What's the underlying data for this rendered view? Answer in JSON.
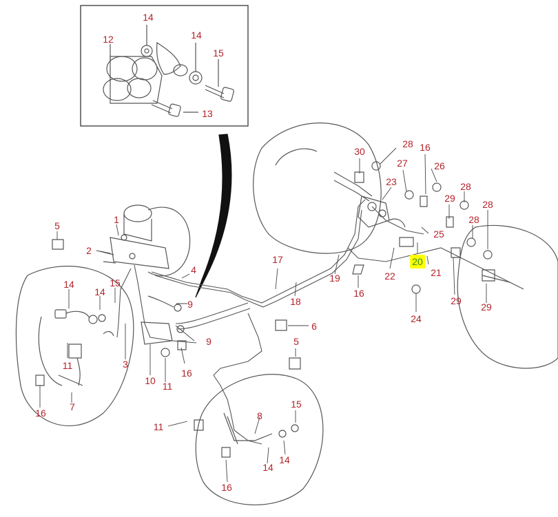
{
  "diagram": {
    "style": "exploded parts diagram",
    "highlight_color": "#ffff00",
    "callout_color": "#b2232a",
    "callouts": [
      {
        "key": "c14a",
        "text": "14"
      },
      {
        "key": "c12",
        "text": "12"
      },
      {
        "key": "c14b",
        "text": "14"
      },
      {
        "key": "c15a",
        "text": "15"
      },
      {
        "key": "c13",
        "text": "13"
      },
      {
        "key": "c5a",
        "text": "5"
      },
      {
        "key": "c1",
        "text": "1"
      },
      {
        "key": "c2",
        "text": "2"
      },
      {
        "key": "c4",
        "text": "4"
      },
      {
        "key": "c9a",
        "text": "9"
      },
      {
        "key": "c9b",
        "text": "9"
      },
      {
        "key": "c14c",
        "text": "14"
      },
      {
        "key": "c14d",
        "text": "14"
      },
      {
        "key": "c15b",
        "text": "15"
      },
      {
        "key": "c3",
        "text": "3"
      },
      {
        "key": "c11a",
        "text": "11"
      },
      {
        "key": "c7",
        "text": "7"
      },
      {
        "key": "c16a",
        "text": "16"
      },
      {
        "key": "c10",
        "text": "10"
      },
      {
        "key": "c11b",
        "text": "11"
      },
      {
        "key": "c16b",
        "text": "16"
      },
      {
        "key": "c17",
        "text": "17"
      },
      {
        "key": "c18",
        "text": "18"
      },
      {
        "key": "c19",
        "text": "19"
      },
      {
        "key": "c16c",
        "text": "16"
      },
      {
        "key": "c6",
        "text": "6"
      },
      {
        "key": "c5b",
        "text": "5"
      },
      {
        "key": "c30",
        "text": "30"
      },
      {
        "key": "c28a",
        "text": "28"
      },
      {
        "key": "c27",
        "text": "27"
      },
      {
        "key": "c23",
        "text": "23"
      },
      {
        "key": "c16d",
        "text": "16"
      },
      {
        "key": "c26",
        "text": "26"
      },
      {
        "key": "c29a",
        "text": "29"
      },
      {
        "key": "c28b",
        "text": "28"
      },
      {
        "key": "c28c",
        "text": "28"
      },
      {
        "key": "c28d",
        "text": "28"
      },
      {
        "key": "c25",
        "text": "25"
      },
      {
        "key": "c22",
        "text": "22"
      },
      {
        "key": "c20",
        "text": "20",
        "highlight": true
      },
      {
        "key": "c21",
        "text": "21"
      },
      {
        "key": "c24",
        "text": "24"
      },
      {
        "key": "c29b",
        "text": "29"
      },
      {
        "key": "c29c",
        "text": "29"
      },
      {
        "key": "c11c",
        "text": "11"
      },
      {
        "key": "c8",
        "text": "8"
      },
      {
        "key": "c15c",
        "text": "15"
      },
      {
        "key": "c14e",
        "text": "14"
      },
      {
        "key": "c14f",
        "text": "14"
      },
      {
        "key": "c16e",
        "text": "16"
      }
    ]
  }
}
